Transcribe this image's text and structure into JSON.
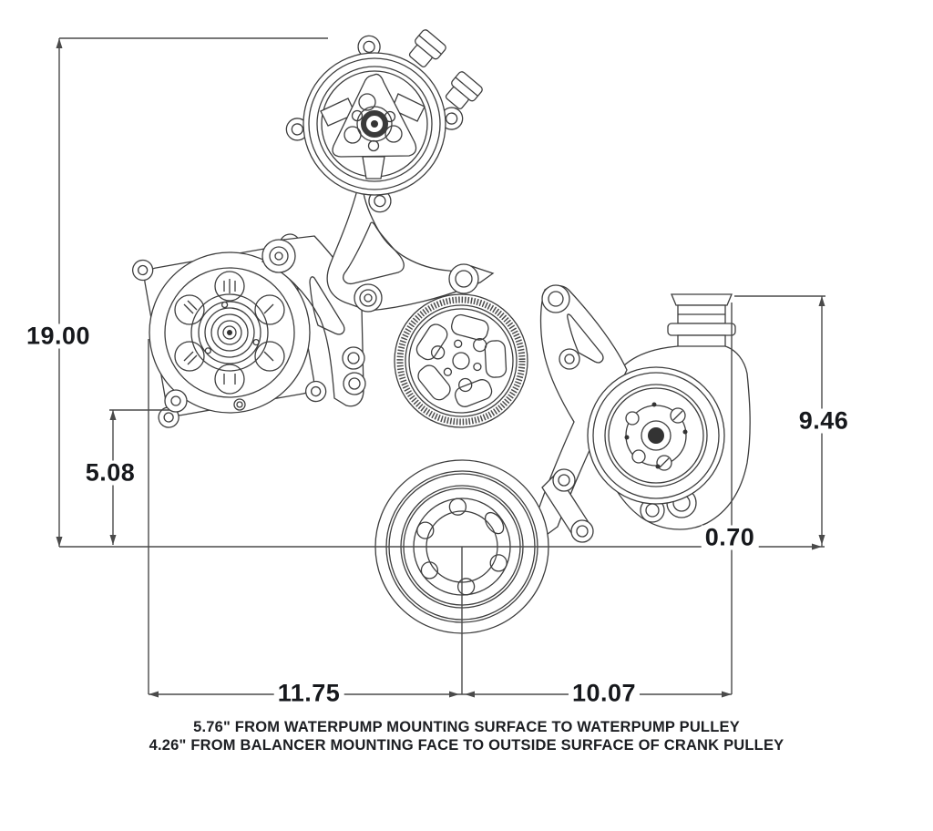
{
  "drawing": {
    "type": "engine-accessory-drive-dimension-drawing",
    "dimensions": {
      "overall_height": "19.00",
      "alternator_bolt_height": "5.08",
      "waterpump_height": "9.46",
      "waterpump_offset": "0.70",
      "crank_to_alternator": "11.75",
      "crank_to_waterpump": "10.07"
    },
    "notes": {
      "line1": "5.76\" FROM WATERPUMP MOUNTING SURFACE TO WATERPUMP PULLEY",
      "line2": "4.26\" FROM BALANCER MOUNTING FACE TO OUTSIDE SURFACE OF CRANK PULLEY"
    },
    "components": [
      "ac-compressor",
      "alternator",
      "idler-pulley",
      "crank-balancer",
      "water-pump"
    ],
    "colors": {
      "line": "#3d3d3d",
      "dimension_line": "#4a4a4a",
      "text": "#16181c",
      "background": "#ffffff"
    }
  }
}
